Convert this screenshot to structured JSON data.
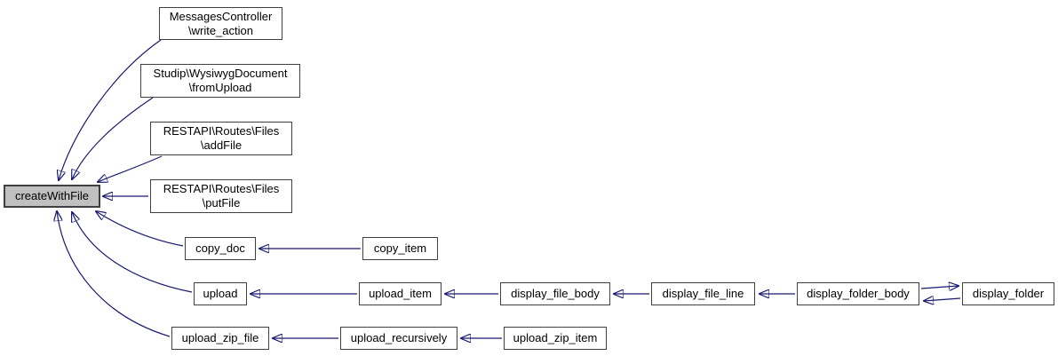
{
  "diagram": {
    "type": "doxygen-caller-graph",
    "focus_function": "createWithFile",
    "colors": {
      "edge": "#191970",
      "node_border": "#404040",
      "node_fill": "#ffffff",
      "focus_node_fill": "#c0c0c0",
      "text": "#000000",
      "background": "#ffffff"
    },
    "nodes": [
      {
        "id": "messagescontroller-write-action",
        "line1": "MessagesController",
        "line2": "\\write_action"
      },
      {
        "id": "studip-wysiwygdocument-fromupload",
        "line1": "Studip\\WysiwygDocument",
        "line2": "\\fromUpload"
      },
      {
        "id": "restapi-routes-files-addfile",
        "line1": "RESTAPI\\Routes\\Files",
        "line2": "\\addFile"
      },
      {
        "id": "restapi-routes-files-putfile",
        "line1": "RESTAPI\\Routes\\Files",
        "line2": "\\putFile"
      },
      {
        "id": "createwithfile",
        "line1": "createWithFile"
      },
      {
        "id": "copy-doc",
        "line1": "copy_doc"
      },
      {
        "id": "copy-item",
        "line1": "copy_item"
      },
      {
        "id": "upload",
        "line1": "upload"
      },
      {
        "id": "upload-item",
        "line1": "upload_item"
      },
      {
        "id": "display-file-body",
        "line1": "display_file_body"
      },
      {
        "id": "display-file-line",
        "line1": "display_file_line"
      },
      {
        "id": "display-folder-body",
        "line1": "display_folder_body"
      },
      {
        "id": "display-folder",
        "line1": "display_folder"
      },
      {
        "id": "upload-zip-file",
        "line1": "upload_zip_file"
      },
      {
        "id": "upload-recursively",
        "line1": "upload_recursively"
      },
      {
        "id": "upload-zip-item",
        "line1": "upload_zip_item"
      }
    ],
    "edges": [
      {
        "from": "MessagesController\\write_action",
        "to": "createWithFile"
      },
      {
        "from": "Studip\\WysiwygDocument\\fromUpload",
        "to": "createWithFile"
      },
      {
        "from": "RESTAPI\\Routes\\Files\\addFile",
        "to": "createWithFile"
      },
      {
        "from": "RESTAPI\\Routes\\Files\\putFile",
        "to": "createWithFile"
      },
      {
        "from": "copy_doc",
        "to": "createWithFile"
      },
      {
        "from": "upload",
        "to": "createWithFile"
      },
      {
        "from": "upload_zip_file",
        "to": "createWithFile"
      },
      {
        "from": "copy_item",
        "to": "copy_doc"
      },
      {
        "from": "upload_item",
        "to": "upload"
      },
      {
        "from": "display_file_body",
        "to": "upload_item"
      },
      {
        "from": "display_file_line",
        "to": "display_file_body"
      },
      {
        "from": "display_folder_body",
        "to": "display_file_line"
      },
      {
        "from": "display_folder_body",
        "to": "display_folder"
      },
      {
        "from": "display_folder",
        "to": "display_folder_body"
      },
      {
        "from": "upload_recursively",
        "to": "upload_zip_file"
      },
      {
        "from": "upload_zip_item",
        "to": "upload_recursively"
      }
    ]
  }
}
